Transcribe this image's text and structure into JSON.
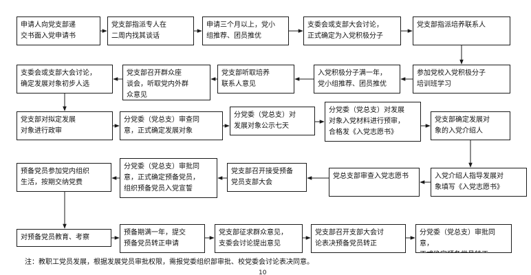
{
  "steps": {
    "s1": "申请人向党支部递\n交书面入党申请书",
    "s2": "党支部指派专人在\n二周内找其谈话",
    "s3": "申请三个月以上，党小\n组推荐、团员推优",
    "s4": "支委会或支部大会讨论，\n正式确定为入党积极分子",
    "s5": "党支部指派培养联系人",
    "s6": "参加党校入党积极分子\n培训班学习",
    "s7": "入党积极分子满一年，\n党小组推荐、团员推优",
    "s8": "党支部听取培养\n联系人意见",
    "s9": "党支部召开群众座\n谈会，听取党内外群\n众意见",
    "s10": "支委会或支部大会讨论，\n确定发展对象初步人选",
    "s11": "党支部对拟定发展\n对象进行政审",
    "s12": "分党委（党总支）审查同\n意，正式确定发展对象",
    "s13": "分党委（党总支）对\n发展对象公示七天",
    "s14": "分党委（党总支）对发展\n对象入党材料进行预审，\n合格发《入党志愿书》",
    "s15": "党支部确定发展对\n象的入党介绍人",
    "s16": "入党介绍人指导发展对\n象填写《入党志愿书》",
    "s17": "党总支部审查入党志愿书",
    "s18": "党支部召开接受预备\n党员支部大会",
    "s19": "分党委（党总支）审批同\n意，正式确定预备党员，\n组织预备党员入党宣誓",
    "s20": "预备党员参加党内组织\n生活，按期交纳党费",
    "s21": "对预备党员教育、考察",
    "s22": "预备期满一年，提交\n预备党员转正申请",
    "s23": "党支部征求群众意见，\n支委会讨论提出意见",
    "s24": "党支部召开支部大会讨\n论表决预备党员转正",
    "s25": "分党委（党总支）审批同意，\n正式确定预备党员转正"
  },
  "note": "注：教职工党员发展，根据发展党员审批权限，需报党委组织部审批、校党委会讨论表决同意。",
  "page_number": "10"
}
